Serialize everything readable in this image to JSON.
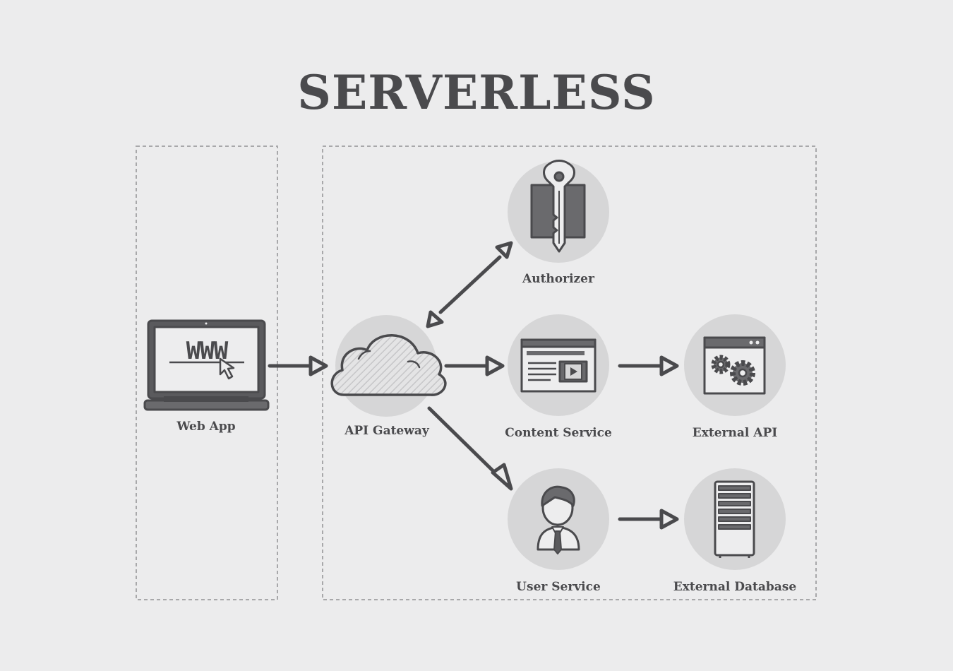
{
  "title": "SERVERLESS",
  "nodes": {
    "web_app": {
      "label": "Web App",
      "screen_text": "WWW",
      "icon": "laptop-icon"
    },
    "api_gateway": {
      "label": "API Gateway",
      "icon": "cloud-icon"
    },
    "authorizer": {
      "label": "Authorizer",
      "icon": "key-icon"
    },
    "content_service": {
      "label": "Content Service",
      "icon": "video-window-icon"
    },
    "user_service": {
      "label": "User Service",
      "icon": "user-icon"
    },
    "external_api": {
      "label": "External API",
      "icon": "gears-window-icon"
    },
    "external_database": {
      "label": "External Database",
      "icon": "server-rack-icon"
    }
  },
  "edges": [
    {
      "from": "web_app",
      "to": "api_gateway",
      "direction": "one-way"
    },
    {
      "from": "api_gateway",
      "to": "authorizer",
      "direction": "two-way"
    },
    {
      "from": "api_gateway",
      "to": "content_service",
      "direction": "one-way"
    },
    {
      "from": "api_gateway",
      "to": "user_service",
      "direction": "one-way"
    },
    {
      "from": "content_service",
      "to": "external_api",
      "direction": "one-way"
    },
    {
      "from": "user_service",
      "to": "external_database",
      "direction": "one-way"
    }
  ],
  "colors": {
    "background": "#ececed",
    "stroke": "#4a4a4d",
    "circle": "#d6d6d7",
    "frame": "#a8a8aa"
  }
}
